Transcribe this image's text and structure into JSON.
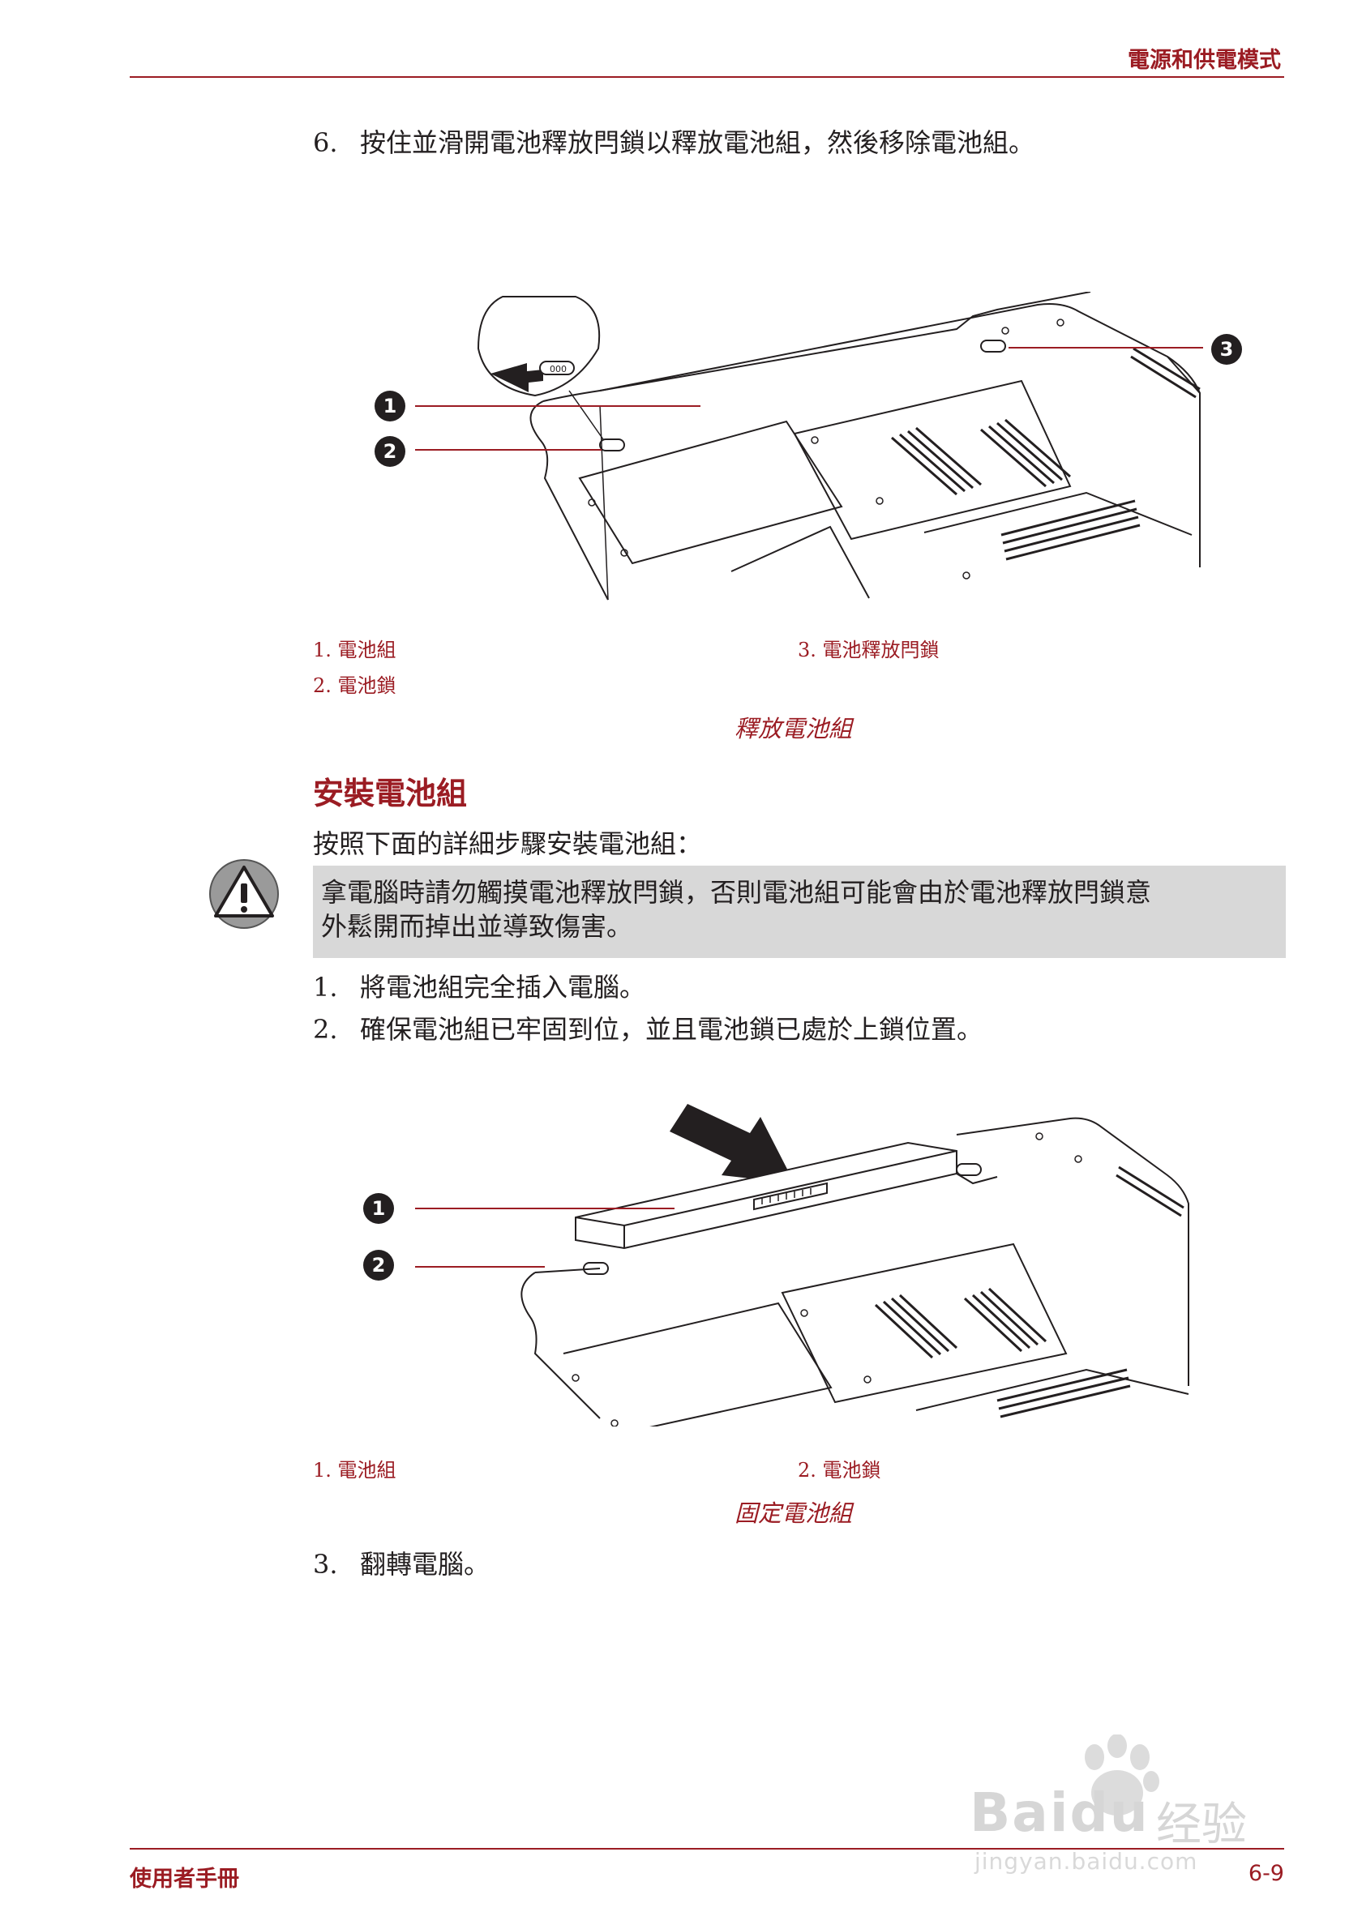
{
  "header": {
    "chapter_title": "電源和供電模式"
  },
  "step6": {
    "number": "6.",
    "text": "按住並滑開電池釋放閂鎖以釋放電池組，然後移除電池組。"
  },
  "figure1": {
    "callouts": [
      "1",
      "2",
      "3"
    ],
    "legend": {
      "item1": "1. 電池組",
      "item2": "2. 電池鎖",
      "item3": "3. 電池釋放閂鎖"
    },
    "latch_label": "000",
    "caption": "釋放電池組"
  },
  "section": {
    "title": "安裝電池組",
    "intro": "按照下面的詳細步驟安裝電池組："
  },
  "warning": {
    "icon": "warning-icon",
    "line1": "拿電腦時請勿觸摸電池釋放閂鎖，否則電池組可能會由於電池釋放閂鎖意",
    "line2": "外鬆開而掉出並導致傷害。"
  },
  "steps": [
    {
      "number": "1.",
      "text": "將電池組完全插入電腦。"
    },
    {
      "number": "2.",
      "text": "確保電池組已牢固到位，並且電池鎖已處於上鎖位置。"
    }
  ],
  "figure2": {
    "callouts": [
      "1",
      "2"
    ],
    "legend": {
      "item1": "1. 電池組",
      "item2": "2. 電池鎖"
    },
    "caption": "固定電池組"
  },
  "step3": {
    "number": "3.",
    "text": "翻轉電腦。"
  },
  "footer": {
    "manual_title": "使用者手冊",
    "page_number": "6-9"
  },
  "watermark": {
    "brand": "Baidu",
    "brand_cn": "经验",
    "url": "jingyan.baidu.com"
  },
  "colors": {
    "accent": "#9b1c23",
    "warning_bg": "#d8d8d8",
    "text": "#231f20"
  }
}
